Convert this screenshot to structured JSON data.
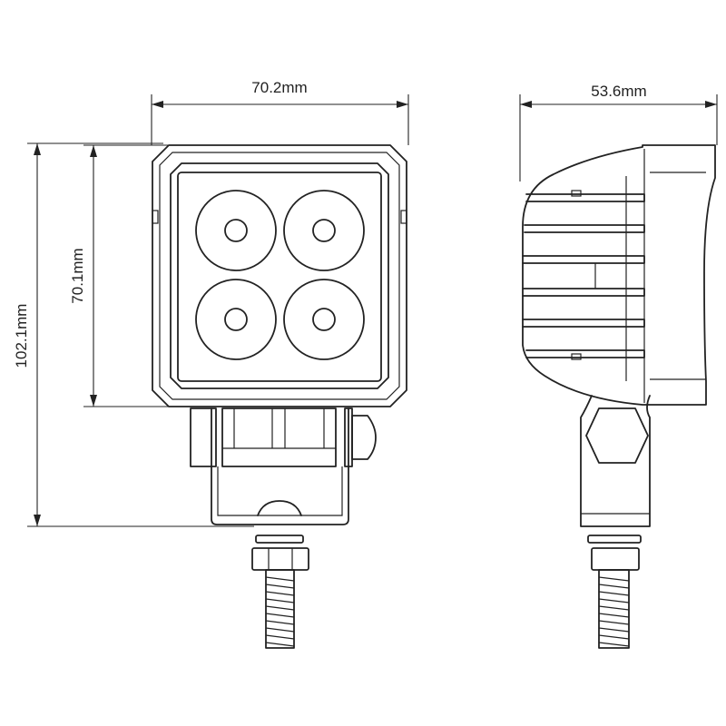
{
  "dimensions": {
    "front_width": "70.2mm",
    "front_height": "70.1mm",
    "total_height": "102.1mm",
    "side_depth": "53.6mm"
  },
  "colors": {
    "line": "#222222",
    "background": "#ffffff"
  }
}
